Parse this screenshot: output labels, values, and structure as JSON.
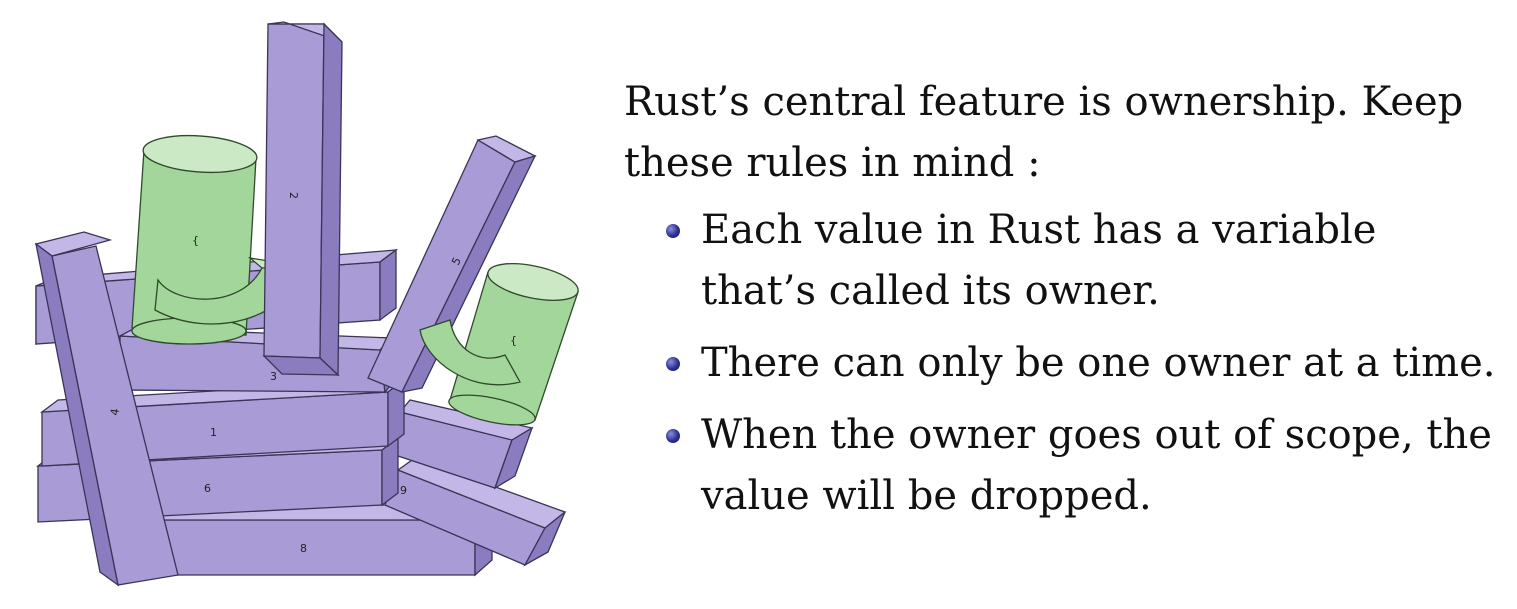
{
  "intro": "Rust’s central feature is ownership. Keep these rules in mind :",
  "rules": [
    "Each value in Rust has a variable that’s called its owner.",
    "There can only be one owner at a time.",
    "When the owner goes out of scope, the value will be dropped."
  ],
  "illustration": {
    "beam_numbers": [
      "1",
      "2",
      "3",
      "4",
      "5",
      "6",
      "8",
      "9"
    ],
    "cylinder_marks": [
      "{",
      "{"
    ],
    "colors": {
      "beam": "#a99bd6",
      "beam_top": "#c2b7e6",
      "beam_side": "#8a7cbf",
      "cylinder": "#a3d69a",
      "cylinder_top": "#cbe9c4",
      "outline": "#333333"
    }
  }
}
